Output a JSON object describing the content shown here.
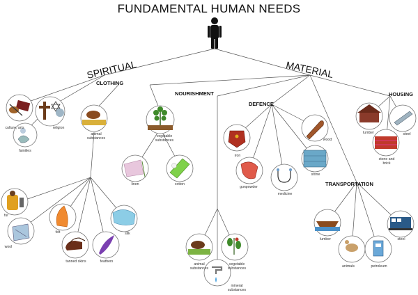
{
  "title": "FUNDAMENTAL HUMAN NEEDS",
  "branches": {
    "spiritual": "SPIRITUAL",
    "material": "MATERIAL"
  },
  "categories": {
    "clothing": "CLOTHING",
    "nourishment": "NOURISHMENT",
    "defence": "DEFENCE",
    "housing": "HOUSING",
    "transportation": "TRANSPORTATION"
  },
  "items": {
    "culture": "culture, arts",
    "religion": "religion",
    "families": "families",
    "clothing_animal": "animal substances",
    "clothing_vegetable": "vegetable substances",
    "linen": "linen",
    "cotton": "cotton",
    "fur": "fur",
    "wool": "wool",
    "felt": "felt",
    "silk": "silk",
    "tanned_skins": "tanned skins",
    "feathers": "feathers",
    "food_animal": "animal substances",
    "food_vegetable": "vegetable substances",
    "food_mineral": "mineral substances",
    "iron": "iron",
    "gunpowder": "gunpowder",
    "medicine": "medicine",
    "wood": "wood",
    "stone": "stone",
    "housing_lumber": "lumber",
    "steel_housing": "steel",
    "stone_brick": "stone and brick",
    "transport_lumber": "lumber",
    "animals": "animals",
    "petroleum": "petroleum",
    "steel_transport": "steel"
  },
  "colors": {
    "line": "#555555",
    "circle_stroke": "#777777",
    "text": "#111111"
  },
  "icons": [
    "person-icon",
    "culture-arts-icon",
    "religion-icon",
    "families-icon",
    "animal-substances-icon",
    "vegetable-substances-icon",
    "linen-icon",
    "cotton-icon",
    "fur-icon",
    "wool-icon",
    "felt-icon",
    "silk-icon",
    "tanned-skins-icon",
    "feathers-icon",
    "food-animal-icon",
    "food-vegetable-icon",
    "food-mineral-icon",
    "iron-armor-icon",
    "gunpowder-icon",
    "medicine-icon",
    "wood-club-icon",
    "stone-wall-icon",
    "housing-lumber-icon",
    "housing-steel-icon",
    "stone-brick-icon",
    "boat-lumber-icon",
    "animals-icon",
    "petroleum-pump-icon",
    "train-steel-icon"
  ]
}
